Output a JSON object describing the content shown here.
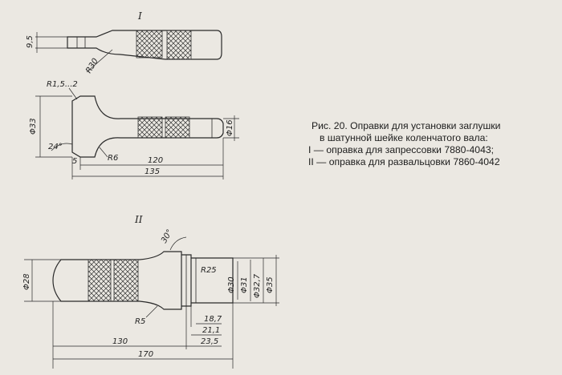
{
  "figure_i": {
    "label": "I",
    "dims": {
      "d_9_5": "9,5",
      "r30": "R30"
    }
  },
  "figure_i_side": {
    "dims": {
      "r15": "R1,5...2",
      "d33": "Φ33",
      "angle24": "24°",
      "r6": "R6",
      "d16": "Φ16",
      "l5": "5",
      "l120": "120",
      "l135": "135"
    }
  },
  "figure_ii": {
    "label": "II",
    "dims": {
      "a30": "30°",
      "d28": "Φ28",
      "r25": "R25",
      "d30": "Φ30",
      "d31": "Φ31",
      "d32_7": "Φ32,7",
      "d35": "Φ35",
      "r5": "R5",
      "l18_7": "18,7",
      "l21_1": "21,1",
      "l23_5": "23,5",
      "l130": "130",
      "l170": "170"
    }
  },
  "caption": {
    "line1": "Рис. 20. Оправки для установки заглушки",
    "line2": "в шатунной шейке коленчатого вала:",
    "line3": "I — оправка для запрессовки 7880-4043;",
    "line4": "II — оправка для развальцовки 7860-4042"
  }
}
